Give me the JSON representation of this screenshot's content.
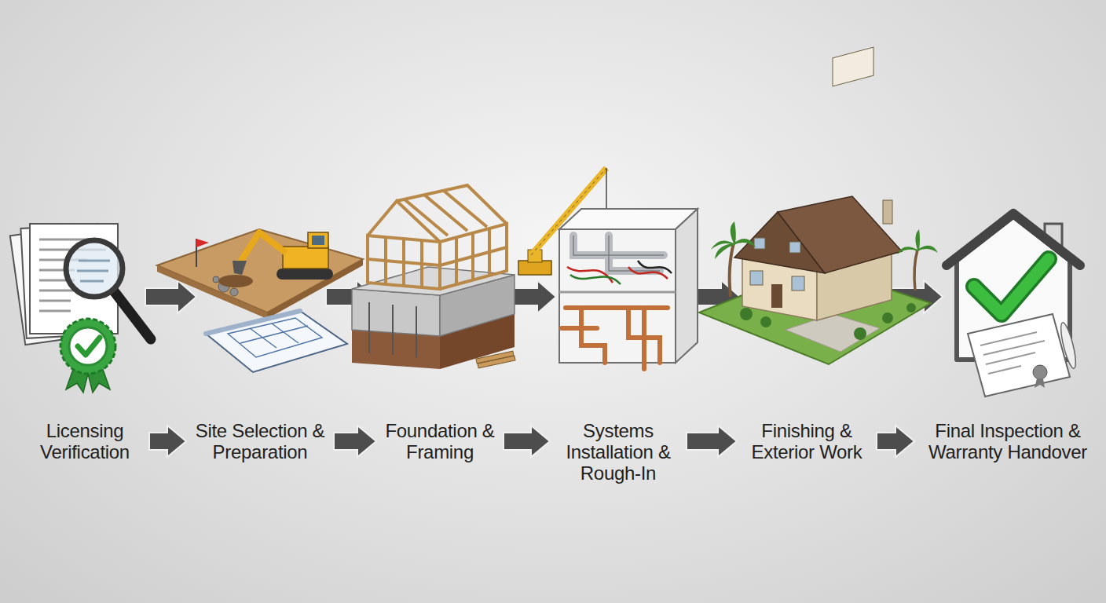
{
  "diagram": {
    "nodes": [
      {
        "text": [
          "Licensing Verification"
        ]
      },
      {
        "text": [
          "Site Selection & Preparation"
        ]
      },
      {
        "text": [
          "Foundation & Framing"
        ]
      },
      {
        "text": [
          "Systems Installation & Rough-In"
        ]
      },
      {
        "text": [
          "Finishing & Exterior Work"
        ]
      },
      {
        "text": [
          "Final Inspection & Warranty Handover"
        ]
      }
    ],
    "edges": [
      {
        "from": 0,
        "to": 1,
        "arrow": "to"
      },
      {
        "from": 1,
        "to": 2,
        "arrow": "to"
      },
      {
        "from": 2,
        "to": 3,
        "arrow": "to"
      },
      {
        "from": 3,
        "to": 4,
        "arrow": "to"
      },
      {
        "from": 4,
        "to": 5,
        "arrow": "to"
      }
    ]
  }
}
